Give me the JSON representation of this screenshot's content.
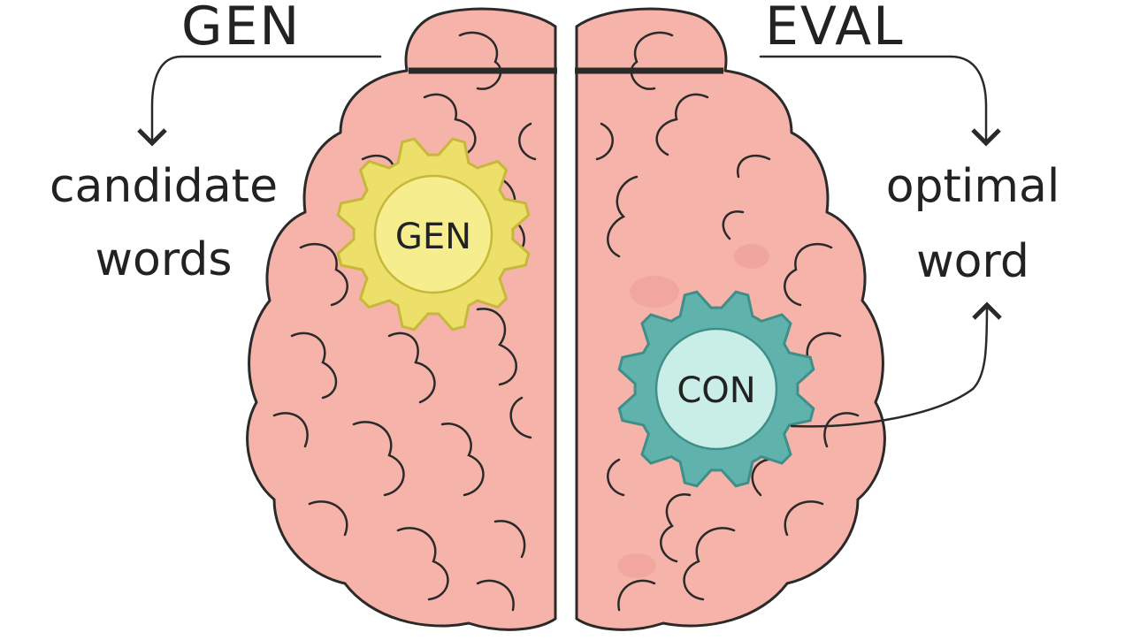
{
  "headings": {
    "left": "GEN",
    "right": "EVAL"
  },
  "side_labels": {
    "left_line1": "candidate",
    "left_line2": "words",
    "right_line1": "optimal",
    "right_line2": "word"
  },
  "gears": {
    "left": {
      "label": "GEN",
      "fill": "#ecdf6a",
      "inner": "#f6ee8e",
      "stroke": "#c7b83a"
    },
    "right": {
      "label": "CON",
      "fill": "#5fb3ac",
      "inner": "#c9ede7",
      "stroke": "#3f8f88"
    }
  },
  "colors": {
    "brain_fill": "#f6b3aa",
    "brain_shadow": "#ee9f96",
    "outline": "#2a2a2a",
    "text": "#222222"
  },
  "icons": {
    "left_arrow": "arrow-down-curved-icon",
    "right_top_arrow": "arrow-down-curved-icon",
    "right_bottom_arrow": "arrow-up-curved-icon"
  }
}
